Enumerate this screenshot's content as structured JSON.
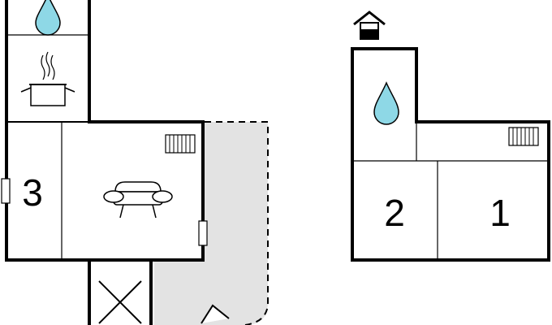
{
  "rooms": {
    "room_1": "1",
    "room_2": "2",
    "room_3": "3"
  },
  "icons": {
    "water": "water-drop-icon",
    "kitchen": "cooking-pot-icon",
    "living": "sofa-icon",
    "heater": "radiator-icon",
    "chimney": "chimney-icon",
    "void": "stairwell-cross-icon"
  },
  "colors": {
    "wall": "#000000",
    "water_fill": "#8ed8e6",
    "terrace": "#e3e3e3"
  }
}
